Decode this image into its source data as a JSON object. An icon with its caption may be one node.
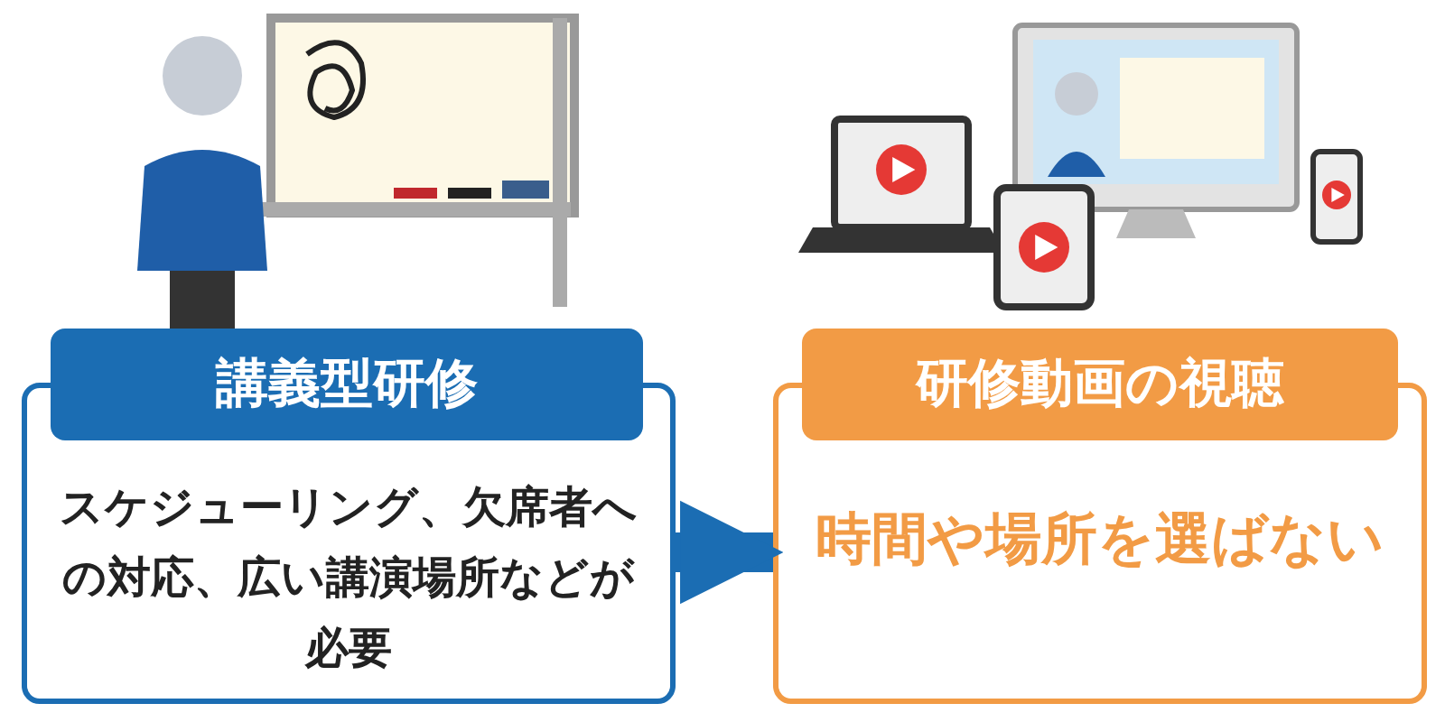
{
  "diagram": {
    "nodes": [
      {
        "text": [
          "講義型研修",
          "スケジューリング、欠席者への対応、広い講演場所などが必要"
        ]
      },
      {
        "text": [
          "研修動画の視聴",
          "時間や場所を選ばない"
        ]
      }
    ],
    "edges": [
      {
        "from": 0,
        "to": 1,
        "arrow": "to"
      }
    ]
  }
}
